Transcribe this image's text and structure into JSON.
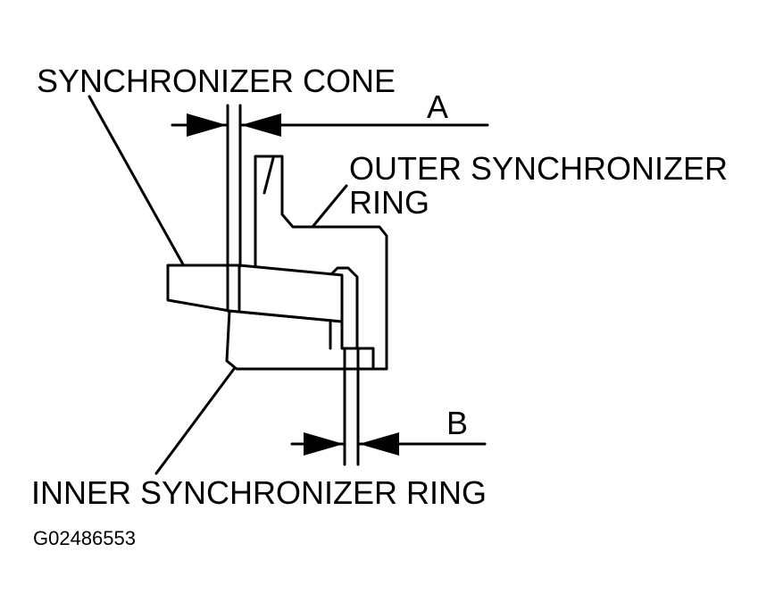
{
  "labels": {
    "synchronizer_cone": "SYNCHRONIZER CONE",
    "dimension_a": "A",
    "outer_ring_line1": "OUTER SYNCHRONIZER",
    "outer_ring_line2": "RING",
    "dimension_b": "B",
    "inner_ring": "INNER SYNCHRONIZER RING",
    "figure_id": "G02486553"
  },
  "colors": {
    "line": "#000000",
    "background": "#ffffff"
  }
}
